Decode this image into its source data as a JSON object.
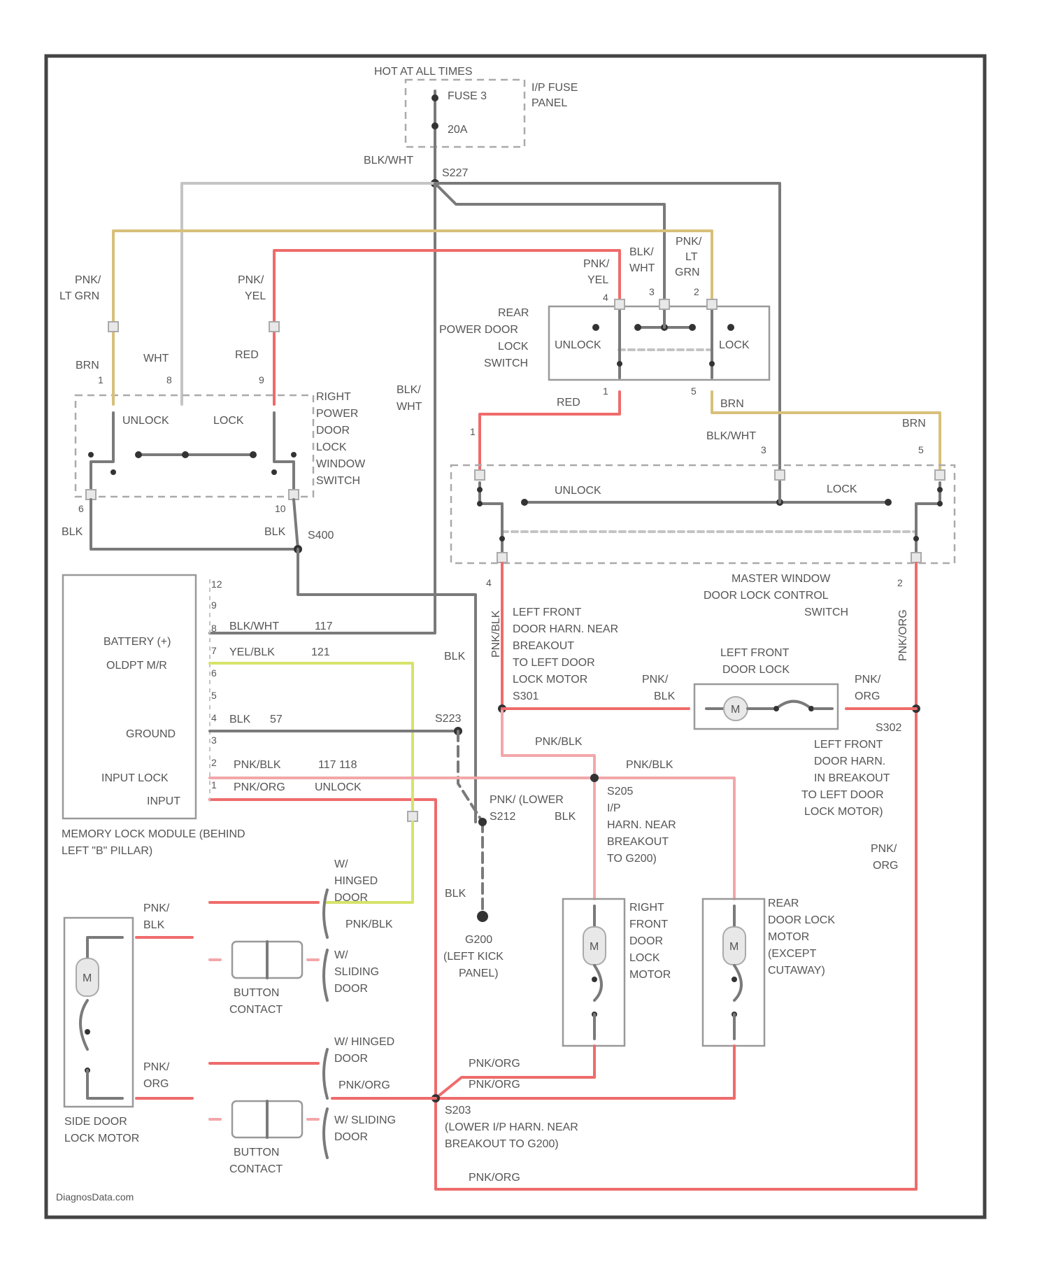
{
  "labels": {
    "hot": "HOT AT ALL TIMES",
    "fuse3": "FUSE 3",
    "amp": "20A",
    "fuse_panel_1": "I/P FUSE",
    "fuse_panel_2": "PANEL",
    "s227": "S227",
    "blk_wht_top": "BLK/WHT",
    "pnk_lt_grn_l1": "PNK/",
    "pnk_lt_grn_l2": "LT GRN",
    "pnk_yel_l1": "PNK/",
    "pnk_yel_l2": "YEL",
    "brn_l": "BRN",
    "wht": "WHT",
    "red_l": "RED",
    "pin1_l": "1",
    "pin8_l": "8",
    "pin9_l": "9",
    "unlock_r": "UNLOCK",
    "lock_r": "LOCK",
    "rs_1": "RIGHT",
    "rs_2": "POWER",
    "rs_3": "DOOR",
    "rs_4": "LOCK",
    "rs_5": "WINDOW",
    "rs_6": "SWITCH",
    "pin6_l": "6",
    "pin10_l": "10",
    "blk_a": "BLK",
    "blk_b": "BLK",
    "s400": "S400",
    "blk_wht_mid_1": "BLK/",
    "blk_wht_mid_2": "WHT",
    "rp_1": "REAR",
    "rp_2": "POWER DOOR",
    "rp_3": "LOCK",
    "rp_4": "SWITCH",
    "rp_unlock": "UNLOCK",
    "rp_lock": "LOCK",
    "pnk_yel_r1": "PNK/",
    "pnk_yel_r2": "YEL",
    "blk_wht_r1": "BLK/",
    "blk_wht_r2": "WHT",
    "pnk_ltgrn_r1": "PNK/",
    "pnk_ltgrn_r2": "LT",
    "pnk_ltgrn_r3": "GRN",
    "p4": "4",
    "p3": "3",
    "p2": "2",
    "p1": "1",
    "p5": "5",
    "red_r": "RED",
    "brn_r": "BRN",
    "brn_r2": "BRN",
    "blk_wht_r": "BLK/WHT",
    "mw_pin3": "3",
    "mw_pin5": "5",
    "mw_pin1": "1",
    "mw_unlock": "UNLOCK",
    "mw_lock": "LOCK",
    "mw_1": "MASTER WINDOW",
    "mw_2": "DOOR LOCK CONTROL",
    "mw_3": "SWITCH",
    "pin4_b": "4",
    "pin2_b": "2",
    "pnk_blk_v": "PNK/BLK",
    "pnk_org_v": "PNK/ORG",
    "lf_1": "LEFT FRONT",
    "lf_2": "DOOR HARN. NEAR",
    "lf_3": "BREAKOUT",
    "lf_4": "TO LEFT DOOR",
    "lf_5": "LOCK MOTOR",
    "lf_6": "S301",
    "lf_pnkblk": "PNK/",
    "lf_blk": "BLK",
    "lfl_1": "LEFT FRONT",
    "lfl_2": "DOOR LOCK",
    "lfl_m": "M",
    "lf_pnkorg_1": "PNK/",
    "lf_pnkorg_2": "ORG",
    "s302_1": "S302",
    "s302_2": "LEFT FRONT",
    "s302_3": "DOOR HARN.",
    "s302_4": "IN BREAKOUT",
    "s302_5": "TO LEFT DOOR",
    "s302_6": "LOCK MOTOR)",
    "mlm_p12": "12",
    "mlm_p9": "9",
    "mlm_p8": "8",
    "mlm_p7": "7",
    "mlm_p6": "6",
    "mlm_p5": "5",
    "mlm_p4": "4",
    "mlm_p3": "3",
    "mlm_p2": "2",
    "mlm_p1": "1",
    "battery": "BATTERY (+)",
    "oldpt": "OLDPT M/R",
    "ground": "GROUND",
    "input_lock": "INPUT LOCK",
    "input": "INPUT",
    "w_blkwht": "BLK/WHT",
    "w_blkwht_c": "117",
    "w_yelblk": "YEL/BLK",
    "w_yelblk_c": "121",
    "w_blk": "BLK",
    "w_blk_c": "57",
    "w_pnkblk": "PNK/BLK",
    "w_pnkblk_c": "117 118",
    "w_pnkorg": "PNK/ORG",
    "w_unlock": "UNLOCK",
    "s223": "S223",
    "blk_v": "BLK",
    "mlm_1": "MEMORY LOCK MODULE (BEHIND",
    "mlm_2": "LEFT \"B\" PILLAR)",
    "pnk_lower_1": "PNK/ (LOWER",
    "pnk_lower_2": "S212",
    "pnk_lower_3": "BLK",
    "pnkblk_h1": "PNK/BLK",
    "pnkblk_h2": "PNK/BLK",
    "s205_1": "S205",
    "s205_2": "I/P",
    "s205_3": "HARN. NEAR",
    "s205_4": "BREAKOUT",
    "s205_5": "TO G200)",
    "g200_1": "G200",
    "g200_2": "(LEFT KICK",
    "g200_3": "PANEL)",
    "blk_g": "BLK",
    "rfd_1": "RIGHT",
    "rfd_2": "FRONT",
    "rfd_3": "DOOR",
    "rfd_4": "LOCK",
    "rfd_5": "MOTOR",
    "rfd_m": "M",
    "rdl_1": "REAR",
    "rdl_2": "DOOR LOCK",
    "rdl_3": "MOTOR",
    "rdl_4": "(EXCEPT",
    "rdl_5": "CUTAWAY)",
    "rdl_m": "M",
    "pnk_org_r1": "PNK/",
    "pnk_org_r2": "ORG",
    "sd_pnkblk_1": "PNK/",
    "sd_pnkblk_2": "BLK",
    "sd_pnkorg_1": "PNK/",
    "sd_pnkorg_2": "ORG",
    "sd_m": "M",
    "sd_1": "SIDE DOOR",
    "sd_2": "LOCK MOTOR",
    "wh_1": "W/",
    "wh_2": "HINGED",
    "wh_3": "DOOR",
    "ws_1": "W/",
    "ws_2": "SLIDING",
    "ws_3": "DOOR",
    "bc1_1": "BUTTON",
    "bc1_2": "CONTACT",
    "bc2_1": "BUTTON",
    "bc2_2": "CONTACT",
    "wh2_1": "W/ HINGED",
    "wh2_2": "DOOR",
    "ws2_1": "W/ SLIDING",
    "ws2_2": "DOOR",
    "pnkblk_sd": "PNK/BLK",
    "pnkorg_sd": "PNK/ORG",
    "pnkorg_b1": "PNK/ORG",
    "pnkorg_b2": "PNK/ORG",
    "pnkorg_b3": "PNK/ORG",
    "s203_1": "S203",
    "s203_2": "(LOWER I/P HARN. NEAR",
    "s203_3": "BREAKOUT TO G200)",
    "watermark": "DiagnosData.com"
  },
  "colors": {
    "red": "#ef6b6b",
    "pink": "#f2a7a9",
    "gray": "#7a7a7a",
    "yellow": "#d6e36a",
    "tan": "#d8c07a"
  }
}
